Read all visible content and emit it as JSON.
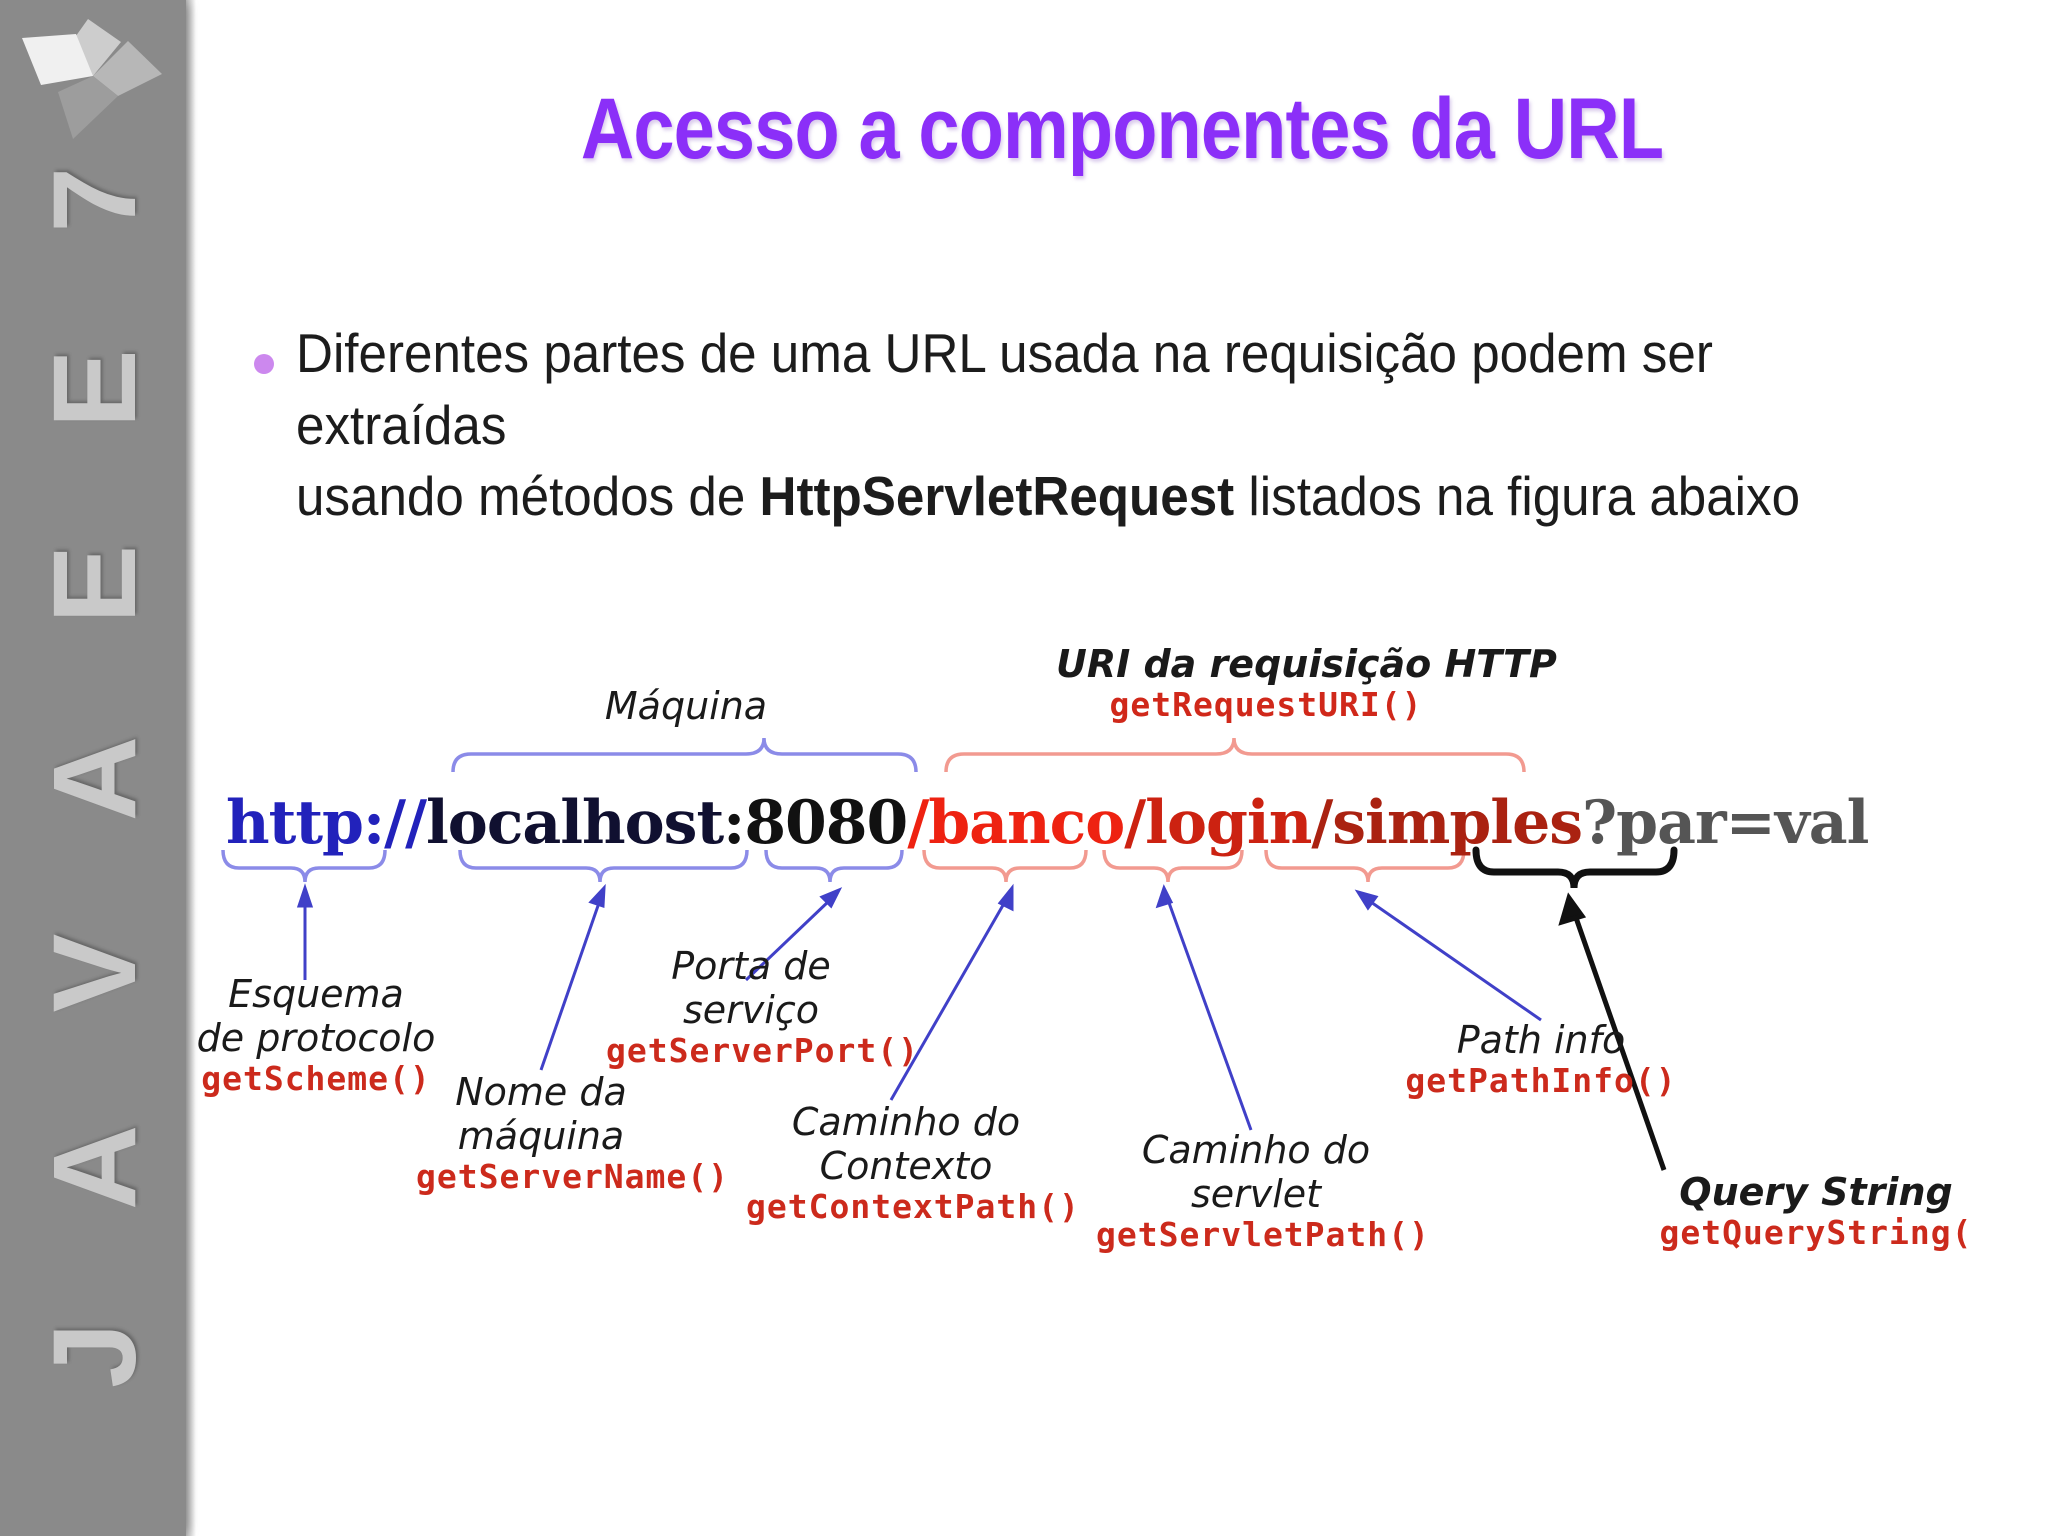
{
  "sidebar": {
    "brand_text": "J A V A   E E   7",
    "logo_name": "pinwheel-logo",
    "bg_color": "#8a8a8a",
    "text_color": "#c9c9c9"
  },
  "slide": {
    "title": "Acesso a componentes da URL",
    "title_color": "#8B2FF8",
    "bullet": {
      "line1": "Diferentes partes de uma URL usada na requisição podem ser extraídas",
      "line2_before": "usando métodos de ",
      "line2_bold": "HttpServletRequest",
      "line2_after": " listados na figura abaixo",
      "dot_color": "#cc88ee"
    }
  },
  "diagram": {
    "url_segments": [
      {
        "text": "http",
        "color": "#2222bb",
        "name": "scheme"
      },
      {
        "text": "://",
        "color": "#2222bb",
        "name": "separator"
      },
      {
        "text": "localhost",
        "color": "#101030",
        "name": "hostname"
      },
      {
        "text": ":",
        "color": "#111111",
        "name": "colon"
      },
      {
        "text": "8080",
        "color": "#111111",
        "name": "port"
      },
      {
        "text": "/banco",
        "color": "#ee2211",
        "name": "context-path"
      },
      {
        "text": "/login",
        "color": "#cc2211",
        "name": "servlet-path"
      },
      {
        "text": "/simples",
        "color": "#aa2211",
        "name": "path-info"
      },
      {
        "text": "?par=val",
        "color": "#555555",
        "name": "query-string"
      }
    ],
    "top_labels": [
      {
        "title": "Máquina",
        "method": "",
        "name": "maquina"
      },
      {
        "title": "URI da requisição HTTP",
        "method": "getRequestURI()",
        "name": "request-uri"
      }
    ],
    "bottom_labels": [
      {
        "title": "Esquema\nde protocolo",
        "method": "getScheme()",
        "name": "esquema-de-protocolo"
      },
      {
        "title": "Nome da\nmáquina",
        "method": "getServerName()",
        "name": "nome-da-maquina"
      },
      {
        "title": "Porta de\nserviço",
        "method": "getServerPort()",
        "name": "porta-de-servico"
      },
      {
        "title": "Caminho do\nContexto",
        "method": "getContextPath()",
        "name": "caminho-do-contexto"
      },
      {
        "title": "Caminho do\nservlet",
        "method": "getServletPath()",
        "name": "caminho-do-servlet"
      },
      {
        "title": "Path info",
        "method": "getPathInfo()",
        "name": "path-info"
      },
      {
        "title": "Query String",
        "method": "getQueryString(",
        "name": "query-string"
      }
    ],
    "brace_colors": {
      "blue": "#7b7be0",
      "red": "#f08a80",
      "black": "#111111"
    },
    "arrow_color": "#4040c8"
  }
}
